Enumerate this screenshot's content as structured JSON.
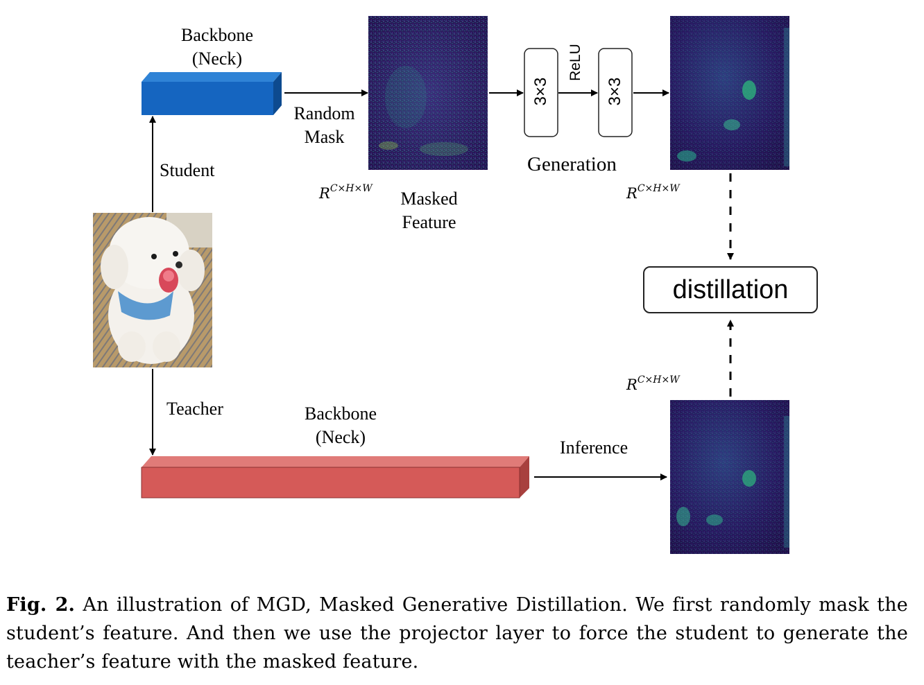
{
  "figure": {
    "student_backbone": {
      "line1": "Backbone",
      "line2": "(Neck)"
    },
    "teacher_backbone": {
      "line1": "Backbone",
      "line2": "(Neck)"
    },
    "random_mask": {
      "line1": "Random",
      "line2": "Mask"
    },
    "masked_feature": {
      "line1": "Masked",
      "line2": "Feature"
    },
    "student_label": "Student",
    "teacher_label": "Teacher",
    "generation_label": "Generation",
    "inference_label": "Inference",
    "distillation_label": "distillation",
    "relu_label": "ReLU",
    "conv1_label": "3×3",
    "conv2_label": "3×3",
    "shape_base": "R",
    "shape_sup": "C×H×W",
    "colors": {
      "student_block": "#1565c0",
      "teacher_block": "#d55a58",
      "feature_bg": "#2d1a5e"
    }
  },
  "caption": {
    "label": "Fig. 2.",
    "text": "An illustration of MGD, Masked Generative Distillation. We first randomly mask the student’s feature. And then we use the projector layer to force the student to generate the teacher’s feature with the masked feature."
  }
}
